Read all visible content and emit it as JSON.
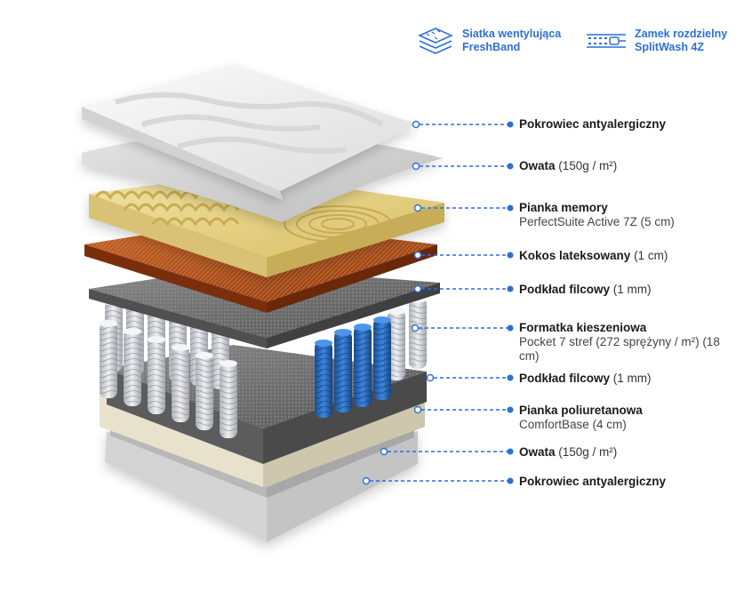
{
  "colors": {
    "accent": "#2d6fd6",
    "text": "#1a1a1a",
    "memory_foam": "#e8d488",
    "coconut": "#b2541e",
    "felt": "#6f6f6f",
    "pocket_spring": "#cfd3d8",
    "zone_spring": "#2a6cc0",
    "cover": "#f2f2f2"
  },
  "features": [
    {
      "icon": "ventilation-mesh-icon",
      "line1": "Siatka wentylująca",
      "line2": "FreshBand"
    },
    {
      "icon": "zipper-icon",
      "line1": "Zamek rozdzielny",
      "line2": "SplitWash 4Z"
    }
  ],
  "layers": [
    {
      "name": "Pokrowiec antyalergiczny",
      "detail": "",
      "sub": ""
    },
    {
      "name": "Owata",
      "detail": "(150g / m²)",
      "sub": ""
    },
    {
      "name": "Pianka memory",
      "detail": "",
      "sub": "PerfectSuite Active 7Z (5 cm)"
    },
    {
      "name": "Kokos lateksowany",
      "detail": "(1 cm)",
      "sub": ""
    },
    {
      "name": "Podkład filcowy",
      "detail": "(1 mm)",
      "sub": ""
    },
    {
      "name": "Formatka kieszeniowa",
      "detail": "",
      "sub": "Pocket 7 stref (272 sprężyny / m²) (18 cm)"
    },
    {
      "name": "Podkład filcowy",
      "detail": "(1 mm)",
      "sub": ""
    },
    {
      "name": "Pianka poliuretanowa",
      "detail": "",
      "sub": "ComfortBase (4 cm)"
    },
    {
      "name": "Owata",
      "detail": "(150g / m²)",
      "sub": ""
    },
    {
      "name": "Pokrowiec antyalergiczny",
      "detail": "",
      "sub": ""
    }
  ]
}
